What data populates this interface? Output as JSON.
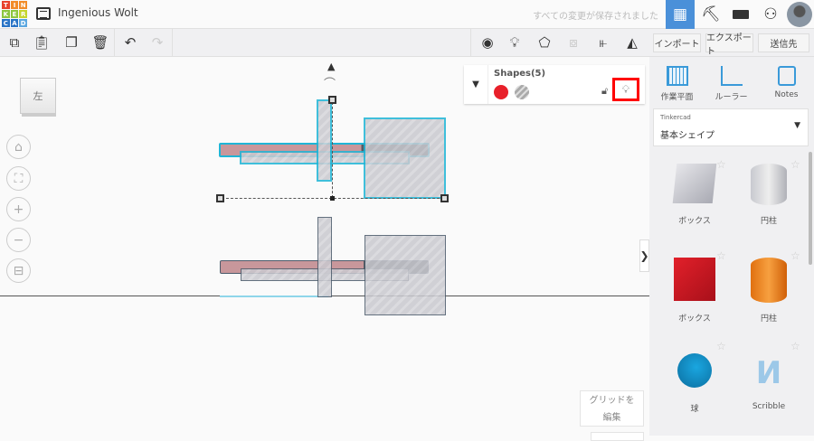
{
  "header": {
    "logo_letters": [
      "T",
      "I",
      "N",
      "K",
      "E",
      "R",
      "C",
      "A",
      "D"
    ],
    "title": "Ingenious Wolt",
    "save_status": "すべての変更が保存されました"
  },
  "toolbar": {
    "import": "インポート",
    "export": "エクスポート",
    "send": "送信先"
  },
  "viewcube": {
    "face": "左"
  },
  "shapes_panel": {
    "title": "Shapes(5)",
    "colors": {
      "solid": "#e8202a",
      "hole": "hatched-gray"
    }
  },
  "right_panel": {
    "tools": [
      {
        "label": "作業平面",
        "icon": "workplane-icon"
      },
      {
        "label": "ルーラー",
        "icon": "ruler-icon"
      },
      {
        "label": "Notes",
        "icon": "notes-icon"
      }
    ],
    "library": {
      "provider": "Tinkercad",
      "selected": "基本シェイプ"
    },
    "shapes": [
      {
        "label": "ボックス"
      },
      {
        "label": "円柱"
      },
      {
        "label": "ボックス"
      },
      {
        "label": "円柱"
      },
      {
        "label": "球"
      },
      {
        "label": "Scribble"
      }
    ]
  },
  "grid_edit": {
    "label": "グリッドを編集"
  },
  "colors": {
    "accent": "#4a90d9",
    "highlight": "#ff0000",
    "selection": "#1fb5d6"
  }
}
